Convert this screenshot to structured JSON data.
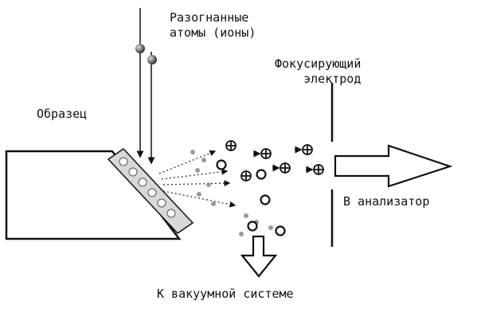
{
  "labels": {
    "incoming_ions": [
      "Разогнанные",
      "атомы (ионы)"
    ],
    "focusing_electrode": [
      "Фокусирующий",
      "электрод"
    ],
    "sample": "Образец",
    "to_analyzer": "В анализатор",
    "to_vacuum": "К вакуумной системе"
  },
  "colors": {
    "line": "#111111",
    "particle_gray": "#9a9a9a",
    "background": "#ffffff"
  }
}
